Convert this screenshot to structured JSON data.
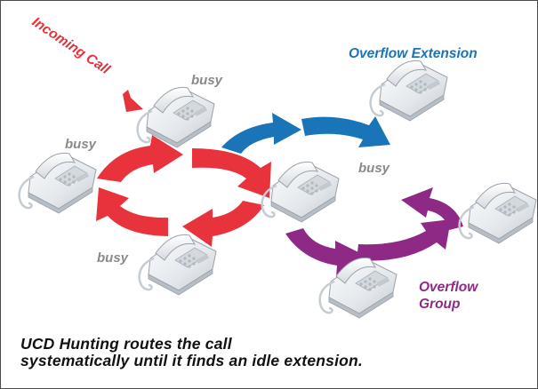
{
  "labels": {
    "incoming_call": "Incoming Call",
    "overflow_extension": "Overflow Extension",
    "overflow_group_line1": "Overflow",
    "overflow_group_line2": "Group",
    "busy": "busy"
  },
  "caption": {
    "line1": "UCD Hunting routes the call",
    "line2": "systematically until it finds an idle extension."
  },
  "colors": {
    "incoming": "#e8323c",
    "overflow_extension": "#1a74b8",
    "overflow_group": "#8e2a86",
    "busy": "#8a8a8a",
    "caption": "#111111"
  },
  "icons": [
    "telephone-icon",
    "incoming-arrow-icon",
    "hunting-arrow-icon",
    "overflow-arrow-icon"
  ]
}
